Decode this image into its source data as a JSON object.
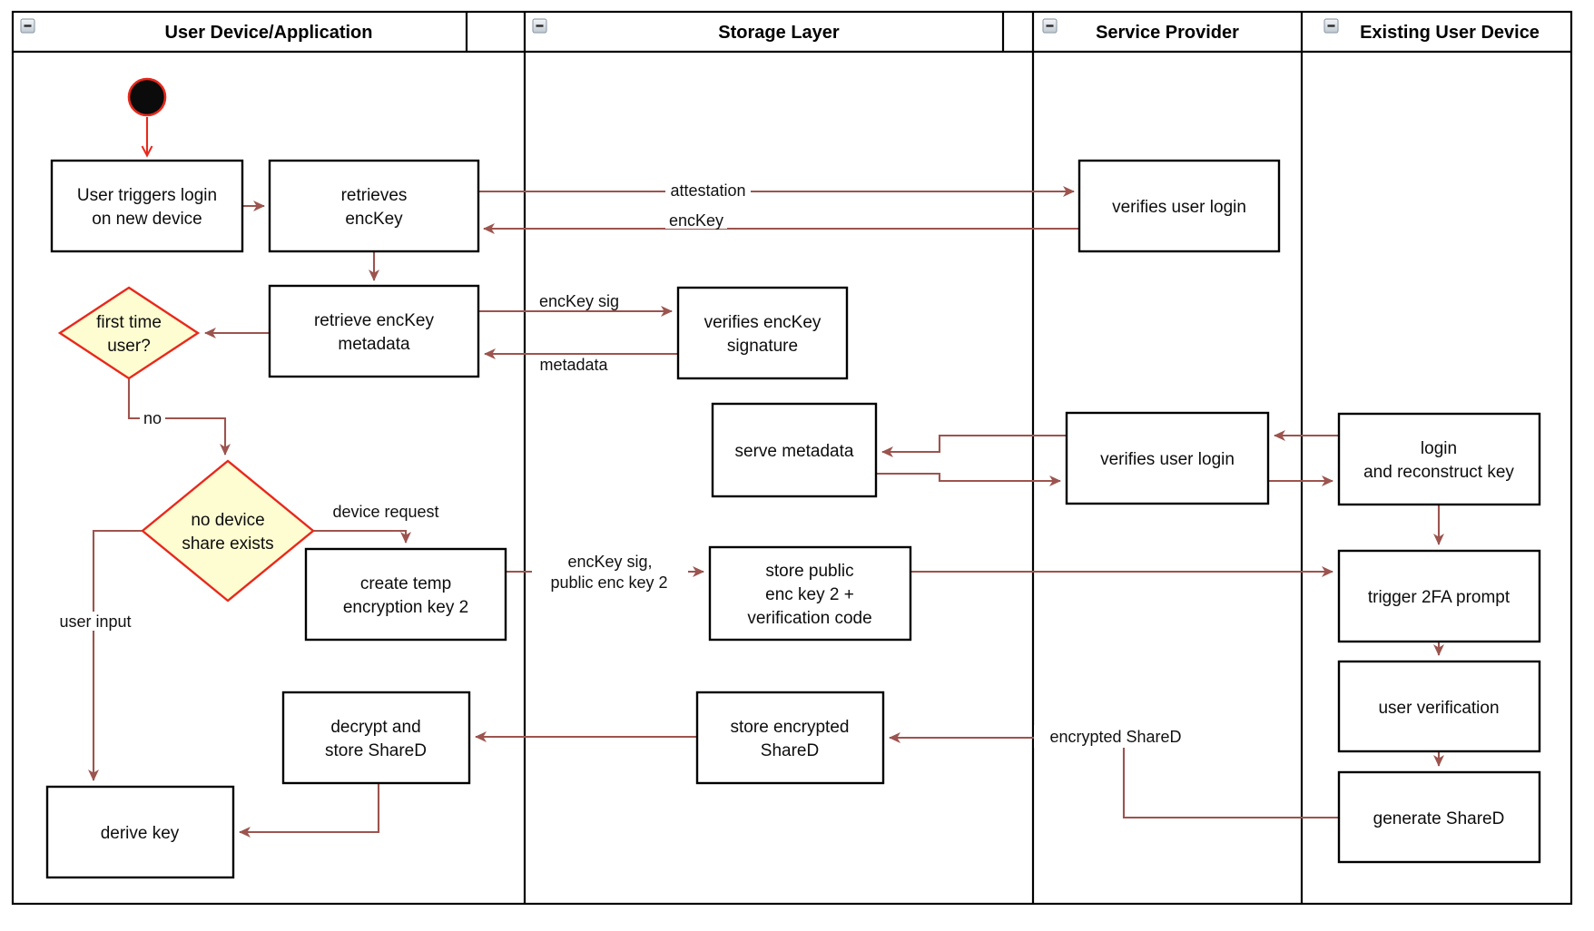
{
  "colors": {
    "arrow": "#9C544E",
    "highlight": "#E8291C",
    "diamond_fill": "#FEFCD1",
    "node_border": "#000000",
    "start_fill": "#0B0B0B"
  },
  "lanes": [
    {
      "title": "User Device/Application"
    },
    {
      "title": "Storage Layer"
    },
    {
      "title": "Service Provider"
    },
    {
      "title": "Existing User Device"
    }
  ],
  "nodes": {
    "user_triggers": {
      "l1": "User triggers login",
      "l2": "on new device"
    },
    "retrieves_enckey": {
      "l1": "retrieves",
      "l2": "encKey"
    },
    "first_time_user": {
      "l1": "first time",
      "l2": "user?"
    },
    "retrieve_metadata": {
      "l1": "retrieve encKey",
      "l2": "metadata"
    },
    "no_device_share": {
      "l1": "no device",
      "l2": "share exists"
    },
    "create_temp_key": {
      "l1": "create temp",
      "l2": "encryption key 2"
    },
    "decrypt_store": {
      "l1": "decrypt and",
      "l2": "store ShareD"
    },
    "derive_key": {
      "l1": "derive key"
    },
    "verifies_sig": {
      "l1": "verifies encKey",
      "l2": "signature"
    },
    "serve_metadata": {
      "l1": "serve metadata"
    },
    "store_public": {
      "l1": "store public",
      "l2": "enc key 2 +",
      "l3": "verification code"
    },
    "store_encrypted": {
      "l1": "store encrypted",
      "l2": "ShareD"
    },
    "verifies_login_top": {
      "l1": "verifies user login"
    },
    "verifies_login_mid": {
      "l1": "verifies user login"
    },
    "login_reconstruct": {
      "l1": "login",
      "l2": "and reconstruct key"
    },
    "trigger_2fa": {
      "l1": "trigger 2FA prompt"
    },
    "user_verification": {
      "l1": "user verification"
    },
    "generate_shared": {
      "l1": "generate ShareD"
    }
  },
  "edge_labels": {
    "attestation": "attestation",
    "enckey": "encKey",
    "enckey_sig": "encKey sig",
    "metadata": "metadata",
    "no": "no",
    "device_request": "device request",
    "user_input": "user input",
    "enckey_sig_public_l1": "encKey sig,",
    "enckey_sig_public_l2": "public enc key 2",
    "encrypted_shared": "encrypted ShareD"
  }
}
